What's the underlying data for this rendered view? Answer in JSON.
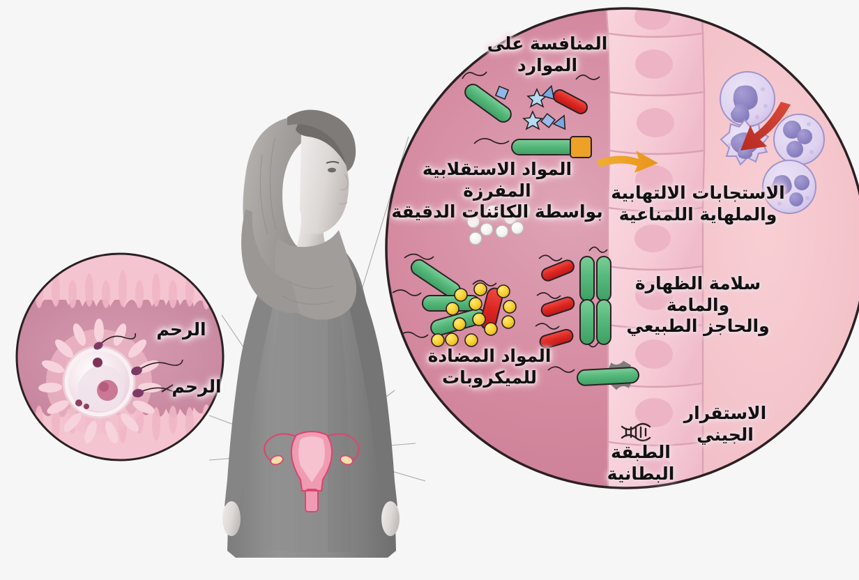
{
  "figure": {
    "title": "Vaginal microbiome protective mechanisms",
    "background_color": "#f7f6f6"
  },
  "palette": {
    "lumen_pink": "#d4899f",
    "lumen_pink_light": "#dfa0b3",
    "epithelium_pink": "#f6ccd6",
    "epithelium_edge": "#e0a6b8",
    "nucleus_pink": "#eeb6c6",
    "commensal_green": "#5cb97e",
    "pathogen_red": "#df2a2a",
    "antimicrobial_yellow": "#f5cf2c",
    "nutrient_blue": "#8fb8e8",
    "immune_violet": "#d9cdec",
    "immune_nucleus": "#8d84c4",
    "arrow_orange": "#f0a325",
    "arrow_red": "#c33127",
    "figure_gray": "#8c8c8c",
    "outline_dark": "#2b2024",
    "text_color": "#111112"
  },
  "inset_left": {
    "name": "uterine-lining-inset",
    "labels": [
      {
        "id": "inset-label-uterus-top",
        "text": "الرحم"
      },
      {
        "id": "inset-label-uterus-bottom",
        "text": "الرحم"
      }
    ],
    "elements": [
      "endometrial-lining",
      "ovum",
      "sperm-cells",
      "corona-radiata"
    ]
  },
  "central_figure": {
    "name": "woman-with-hijab",
    "elements": [
      "hijab",
      "face-profile",
      "dress",
      "uterus-anatomy"
    ],
    "uterus": {
      "name": "uterus-diagram",
      "parts": [
        "fundus",
        "fallopian-tube-left",
        "fallopian-tube-right",
        "ovary-left",
        "ovary-right",
        "cervix",
        "vagina"
      ]
    }
  },
  "main_circle": {
    "name": "vaginal-mucosa-magnification",
    "labels": [
      {
        "id": "label-competition-for-resources",
        "text": "المنافسة على\nالموارد",
        "mechanism": "competition-for-resources"
      },
      {
        "id": "label-microbial-metabolites",
        "text": "المواد الاستقلابية المفرزة\nبواسطة الكائنات الدقيقة",
        "mechanism": "microbial-metabolites"
      },
      {
        "id": "label-antimicrobial-substances",
        "text": "المواد المضادة\nللميكروبات",
        "mechanism": "antimicrobial-substances"
      },
      {
        "id": "label-inflammatory-immune-responses",
        "text": "الاستجابات الالتهابية\nوالملهاية اللمناعية",
        "mechanism": "inflammatory-and-immune-responses"
      },
      {
        "id": "label-epithelial-integrity",
        "text": "سلامة الظهارة والمامة\nوالحاجز الطبيعي",
        "mechanism": "epithelial-integrity-and-natural-barrier"
      },
      {
        "id": "label-genetic-stability",
        "text": "الاستقرار الجيني",
        "mechanism": "genetic-stability"
      },
      {
        "id": "label-endometrial-layer",
        "text": "الطبقة البطانية",
        "mechanism": "lining-layer"
      }
    ],
    "elements": [
      "commensal-bacteria-green-rods",
      "pathogen-bacteria-red-rods",
      "nutrient-particles-blue",
      "metabolite-particles-white",
      "antimicrobial-particles-yellow",
      "epithelial-cell-column",
      "neutrophil-cells",
      "macrophage-cell",
      "dna-helix",
      "chromosome-shape",
      "orange-signal-arrow",
      "red-recruitment-arrow"
    ]
  }
}
